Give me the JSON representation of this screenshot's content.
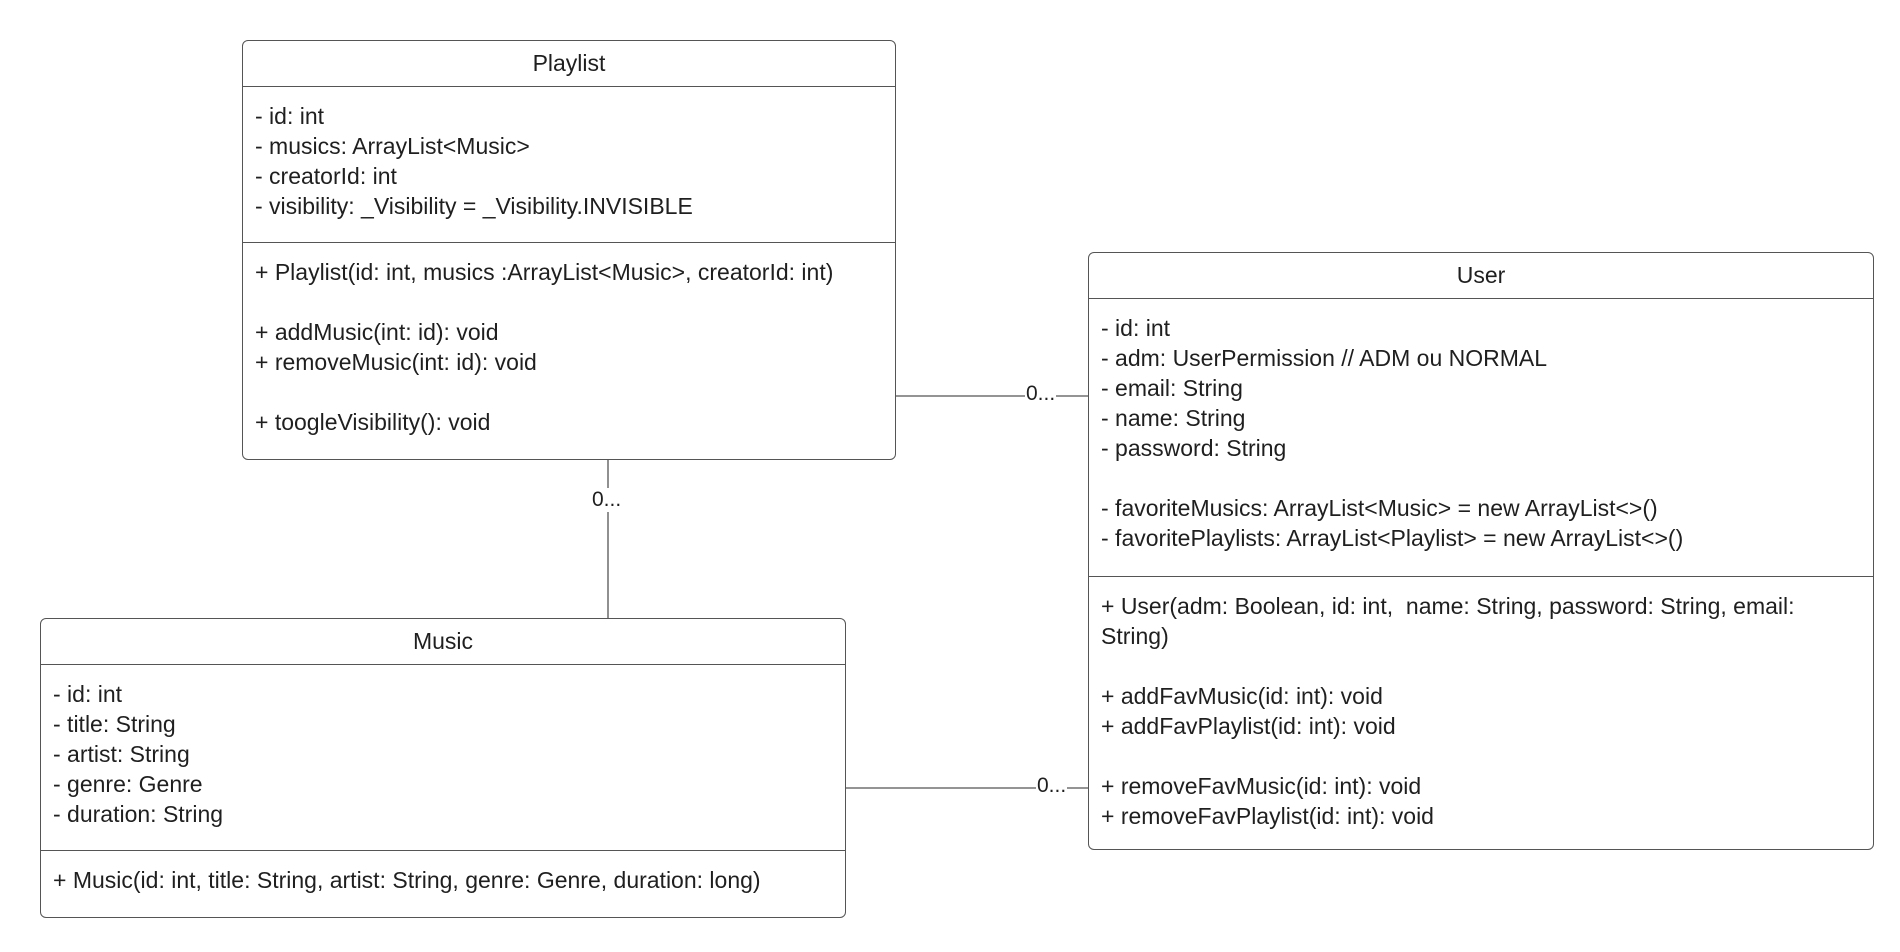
{
  "diagram": {
    "classes": {
      "playlist": {
        "name": "Playlist",
        "attributes": [
          "- id: int",
          "- musics: ArrayList<Music>",
          "- creatorId: int",
          "- visibility: _Visibility = _Visibility.INVISIBLE"
        ],
        "methods": [
          "+ Playlist(id: int, musics :ArrayList<Music>, creatorId: int)",
          "",
          "+ addMusic(int: id): void",
          "+ removeMusic(int: id): void",
          "",
          "+ toogleVisibility(): void"
        ]
      },
      "user": {
        "name": "User",
        "attributes": [
          "- id: int",
          "- adm: UserPermission // ADM ou NORMAL",
          "- email: String",
          "- name: String",
          "- password: String",
          "",
          "- favoriteMusics: ArrayList<Music> = new ArrayList<>()",
          "- favoritePlaylists: ArrayList<Playlist> = new ArrayList<>()"
        ],
        "methods": [
          "+ User(adm: Boolean, id: int,  name: String, password: String, email:",
          "String)",
          "",
          "+ addFavMusic(id: int): void",
          "+ addFavPlaylist(id: int): void",
          "",
          "+ removeFavMusic(id: int): void",
          "+ removeFavPlaylist(id: int): void"
        ]
      },
      "music": {
        "name": "Music",
        "attributes": [
          "- id: int",
          "- title: String",
          "- artist: String",
          "- genre: Genre",
          "- duration: String"
        ],
        "methods": [
          "+ Music(id: int, title: String, artist: String, genre: Genre, duration: long)"
        ]
      }
    },
    "associations": {
      "playlist_user": {
        "multiplicity": "0..."
      },
      "playlist_music": {
        "multiplicity": "0..."
      },
      "music_user": {
        "multiplicity": "0..."
      }
    }
  }
}
